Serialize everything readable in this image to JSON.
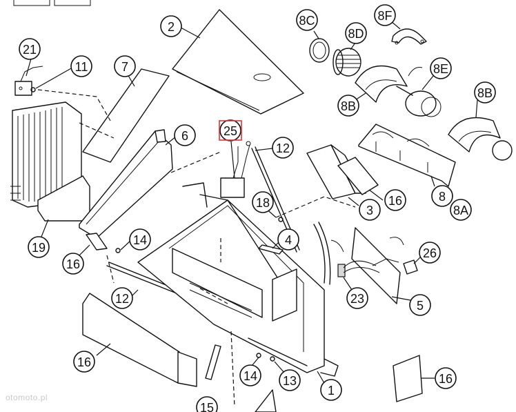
{
  "callouts": [
    {
      "id": "2",
      "label": "2"
    },
    {
      "id": "8c",
      "label": "8C"
    },
    {
      "id": "8f",
      "label": "8F"
    },
    {
      "id": "8d",
      "label": "8D"
    },
    {
      "id": "21",
      "label": "21"
    },
    {
      "id": "11",
      "label": "11"
    },
    {
      "id": "7",
      "label": "7"
    },
    {
      "id": "8e",
      "label": "8E"
    },
    {
      "id": "8b-left",
      "label": "8B"
    },
    {
      "id": "8b-right",
      "label": "8B"
    },
    {
      "id": "25",
      "label": "25"
    },
    {
      "id": "6",
      "label": "6"
    },
    {
      "id": "12-top",
      "label": "12"
    },
    {
      "id": "16-right",
      "label": "16"
    },
    {
      "id": "3",
      "label": "3"
    },
    {
      "id": "8",
      "label": "8"
    },
    {
      "id": "8a",
      "label": "8A"
    },
    {
      "id": "18",
      "label": "18"
    },
    {
      "id": "19",
      "label": "19"
    },
    {
      "id": "14-upper",
      "label": "14"
    },
    {
      "id": "4",
      "label": "4"
    },
    {
      "id": "26",
      "label": "26"
    },
    {
      "id": "16-left",
      "label": "16"
    },
    {
      "id": "12-bottom",
      "label": "12"
    },
    {
      "id": "23",
      "label": "23"
    },
    {
      "id": "5",
      "label": "5"
    },
    {
      "id": "16-bottom-left",
      "label": "16"
    },
    {
      "id": "14-lower",
      "label": "14"
    },
    {
      "id": "13",
      "label": "13"
    },
    {
      "id": "1",
      "label": "1"
    },
    {
      "id": "16-bottom-right",
      "label": "16"
    },
    {
      "id": "15",
      "label": "15"
    }
  ],
  "watermark": "otomoto.pl"
}
